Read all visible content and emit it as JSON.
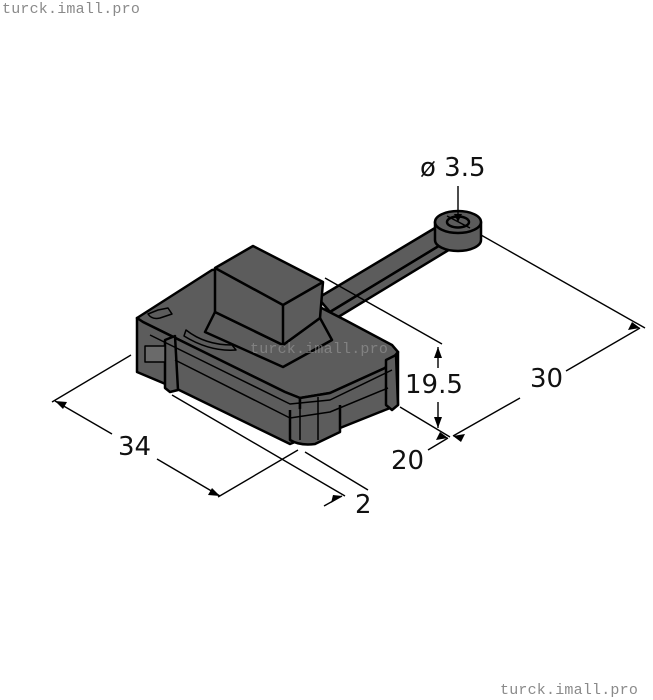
{
  "watermarks": {
    "top": "turck.imall.pro",
    "middle": "turck.imall.pro",
    "bottom": "turck.imall.pro"
  },
  "drawing": {
    "subject": "current sensor housing with mounting lug",
    "body_color": "#5c5c5c",
    "outline_color": "#000000",
    "dimension_line_color": "#000000"
  },
  "dimensions": {
    "hole_diameter": "ø 3.5",
    "height": "19.5",
    "lug_length": "30",
    "depth": "20",
    "width": "34",
    "clip_offset": "2"
  }
}
